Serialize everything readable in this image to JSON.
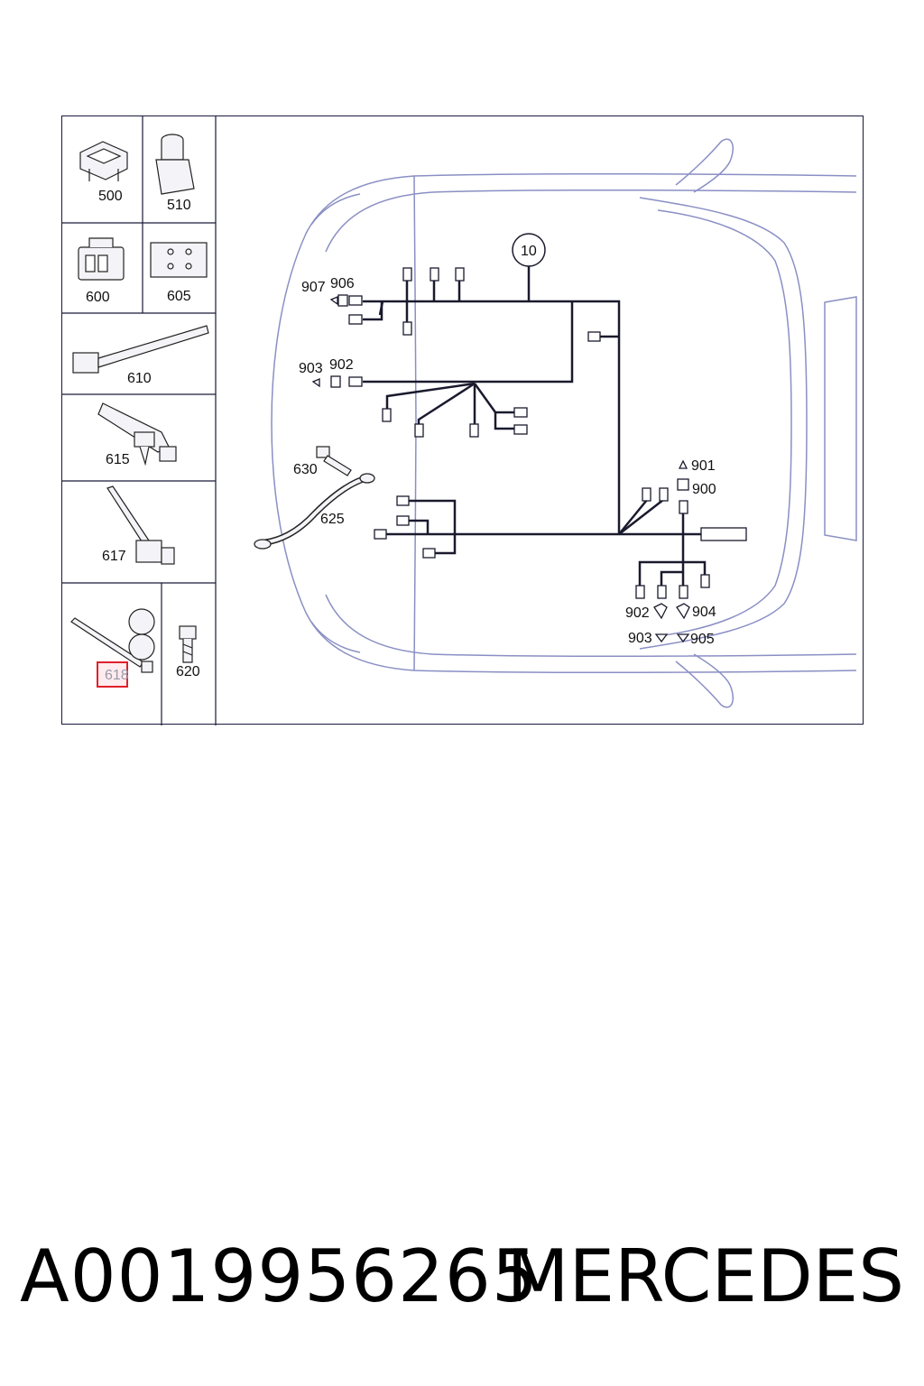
{
  "parts_panel": {
    "p500": "500",
    "p510": "510",
    "p600": "600",
    "p605": "605",
    "p610": "610",
    "p615": "615",
    "p617": "617",
    "p618": "618",
    "p620": "620"
  },
  "callouts": {
    "c10": "10",
    "c907": "907",
    "c906": "906",
    "c903a": "903",
    "c902a": "902",
    "c630": "630",
    "c625": "625",
    "c901": "901",
    "c900": "900",
    "c902b": "902",
    "c904": "904",
    "c903b": "903",
    "c905": "905"
  },
  "footer": {
    "part_number": "A0019956265",
    "brand": "MERCEDES"
  },
  "colors": {
    "car_outline": "#8a8fc4",
    "harness": "#1a1a2e",
    "highlight": "#e0202a"
  }
}
